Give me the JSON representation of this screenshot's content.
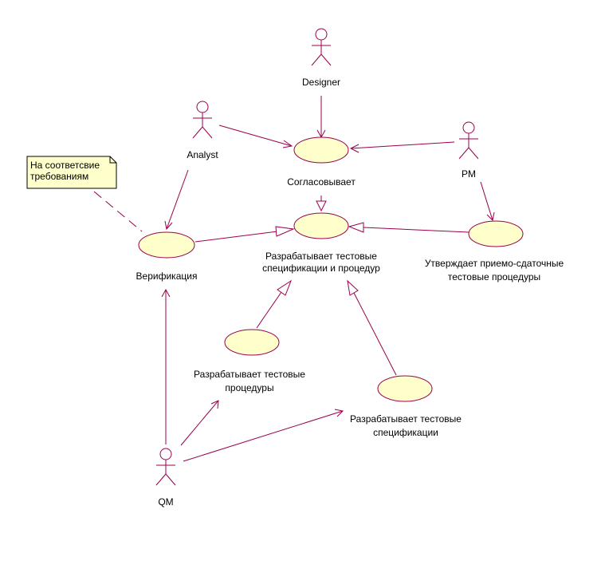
{
  "actors": {
    "designer": "Designer",
    "analyst": "Analyst",
    "pm": "PM",
    "qm": "QM"
  },
  "use_cases": {
    "agree": "Согласовывает",
    "develop_both": [
      "Разрабатывает тестовые",
      "спецификации и процедур"
    ],
    "verify": "Верификация",
    "approve": [
      "Утверждает приемо-сдаточные",
      "тестовые процедуры"
    ],
    "develop_procedures": [
      "Разрабатывает тестовые",
      "процедуры"
    ],
    "develop_specs": [
      "Разрабатывает тестовые",
      "спецификации"
    ]
  },
  "note": [
    "На соответсвие",
    "требованиям"
  ],
  "colors": {
    "line": "#99004d",
    "use_case_fill": "#ffffcc",
    "note_fill": "#ffffcc"
  }
}
